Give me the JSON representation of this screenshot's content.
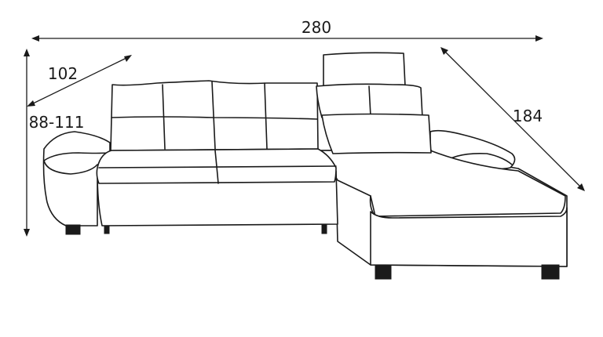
{
  "dimensions": {
    "width": "280",
    "depth": "102",
    "height": "88-111",
    "chaise_length": "184"
  }
}
